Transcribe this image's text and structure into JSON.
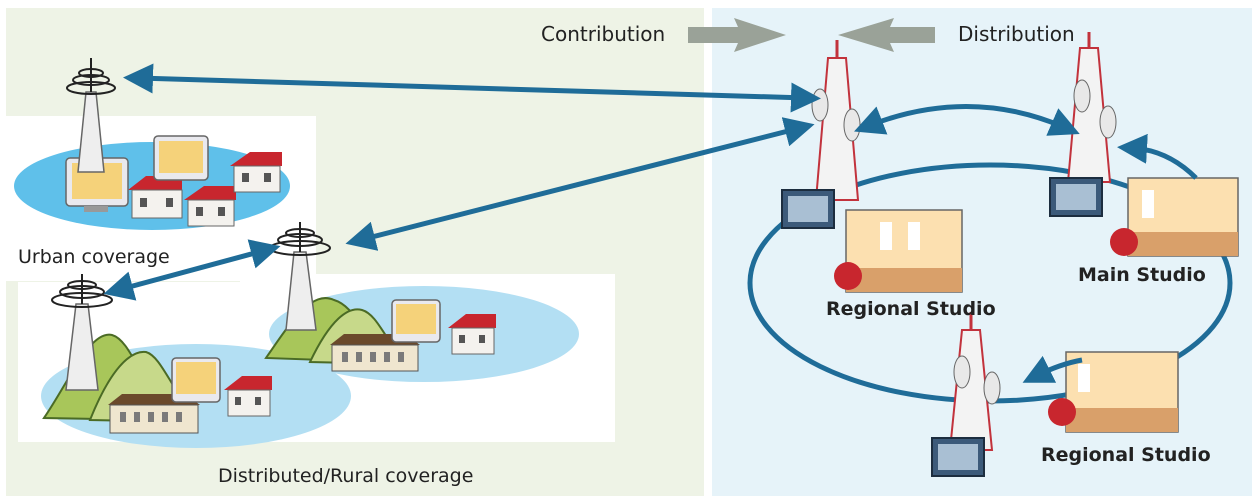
{
  "header": {
    "contribution_label": "Contribution",
    "distribution_label": "Distribution"
  },
  "coverage": {
    "urban_label": "Urban coverage",
    "rural_label": "Distributed/Rural coverage"
  },
  "studios": {
    "regional_left_label": "Regional Studio",
    "main_label": "Main Studio",
    "regional_bottom_label": "Regional Studio"
  },
  "colors": {
    "left_background": "#eef3e6",
    "right_background": "#e6f3f9",
    "link_arrow": "#1f6c98",
    "flow_arrow": "#9aa298",
    "coverage_ellipse": "#6cc7ec",
    "coverage_ellipse_light": "#b8e2f4",
    "hill_green": "#8fb24a",
    "tower_red": "#c2323c",
    "roof_red": "#c8262e"
  },
  "icons": [
    "transmitter-tower-icon",
    "broadcast-mast-icon",
    "house-icon",
    "tv-monitor-icon",
    "hill-icon",
    "studio-room-icon",
    "equipment-rack-icon"
  ]
}
